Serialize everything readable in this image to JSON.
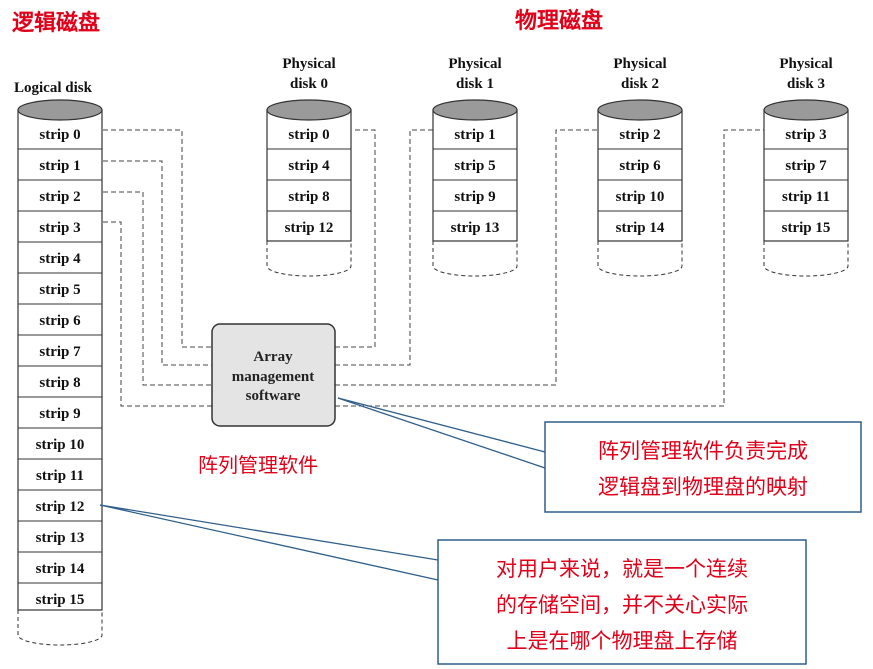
{
  "titles": {
    "logical_cn": "逻辑磁盘",
    "physical_cn": "物理磁盘",
    "array_cn": "阵列管理软件"
  },
  "logical_disk": {
    "label": "Logical disk",
    "strips": [
      "strip 0",
      "strip 1",
      "strip 2",
      "strip 3",
      "strip 4",
      "strip 5",
      "strip 6",
      "strip 7",
      "strip 8",
      "strip 9",
      "strip 10",
      "strip 11",
      "strip 12",
      "strip 13",
      "strip 14",
      "strip 15"
    ]
  },
  "physical_disks": [
    {
      "label_line1": "Physical",
      "label_line2": "disk 0",
      "strips": [
        "strip 0",
        "strip 4",
        "strip 8",
        "strip 12"
      ]
    },
    {
      "label_line1": "Physical",
      "label_line2": "disk 1",
      "strips": [
        "strip 1",
        "strip 5",
        "strip 9",
        "strip 13"
      ]
    },
    {
      "label_line1": "Physical",
      "label_line2": "disk 2",
      "strips": [
        "strip 2",
        "strip 6",
        "strip 10",
        "strip 14"
      ]
    },
    {
      "label_line1": "Physical",
      "label_line2": "disk 3",
      "strips": [
        "strip 3",
        "strip 7",
        "strip 11",
        "strip 15"
      ]
    }
  ],
  "array_box": {
    "line1": "Array",
    "line2": "management",
    "line3": "software"
  },
  "callouts": {
    "mapping": [
      "阵列管理软件负责完成",
      "逻辑盘到物理盘的映射"
    ],
    "user_view": [
      "对用户来说，就是一个连续",
      "的存储空间，并不关心实际",
      "上是在哪个物理盘上存储"
    ]
  },
  "colors": {
    "cn_title": "#e0001a",
    "callout_border": "#2f5f8a",
    "disk_top": "#9a9a9a",
    "box_fill": "#e4e4e4"
  }
}
